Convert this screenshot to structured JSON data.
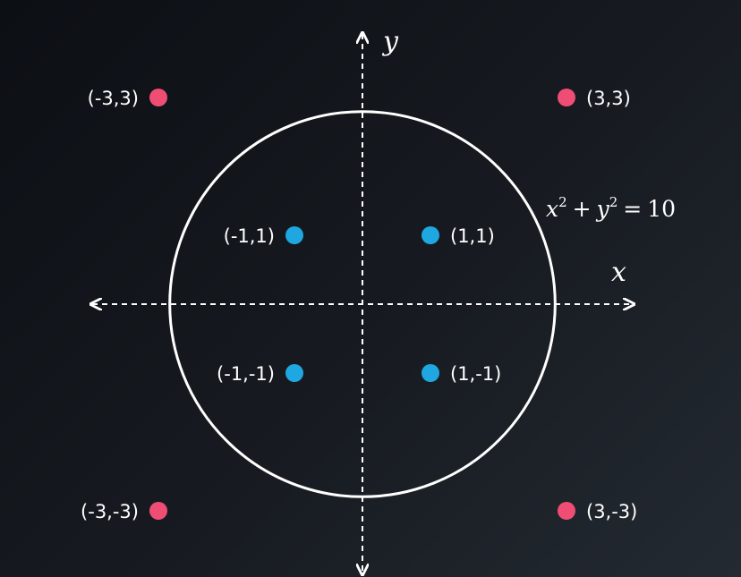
{
  "axes": {
    "x_label": "x",
    "y_label": "y",
    "x_range": [
      -4.4,
      4.4
    ],
    "y_range": [
      -4.4,
      4.4
    ],
    "style": "dashed with arrowheads at both ends"
  },
  "circle": {
    "equation_lhs_x": "x",
    "equation_lhs_y": "y",
    "exponent": "2",
    "plus": "+",
    "equals": "=",
    "rhs": "10",
    "radius_squared": 10
  },
  "colors": {
    "background": "#151a20",
    "inner_points": "#1ea7e0",
    "outer_points": "#f04d74",
    "lines": "#ffffff"
  },
  "points": [
    {
      "x": -3,
      "y": 3,
      "label": "(-3,3)",
      "group": "outer"
    },
    {
      "x": 3,
      "y": 3,
      "label": "(3,3)",
      "group": "outer"
    },
    {
      "x": -1,
      "y": 1,
      "label": "(-1,1)",
      "group": "inner"
    },
    {
      "x": 1,
      "y": 1,
      "label": "(1,1)",
      "group": "inner"
    },
    {
      "x": -1,
      "y": -1,
      "label": "(-1,-1)",
      "group": "inner"
    },
    {
      "x": 1,
      "y": -1,
      "label": "(1,-1)",
      "group": "inner"
    },
    {
      "x": -3,
      "y": -3,
      "label": "(-3,-3)",
      "group": "outer"
    },
    {
      "x": 3,
      "y": -3,
      "label": "(3,-3)",
      "group": "outer"
    }
  ]
}
